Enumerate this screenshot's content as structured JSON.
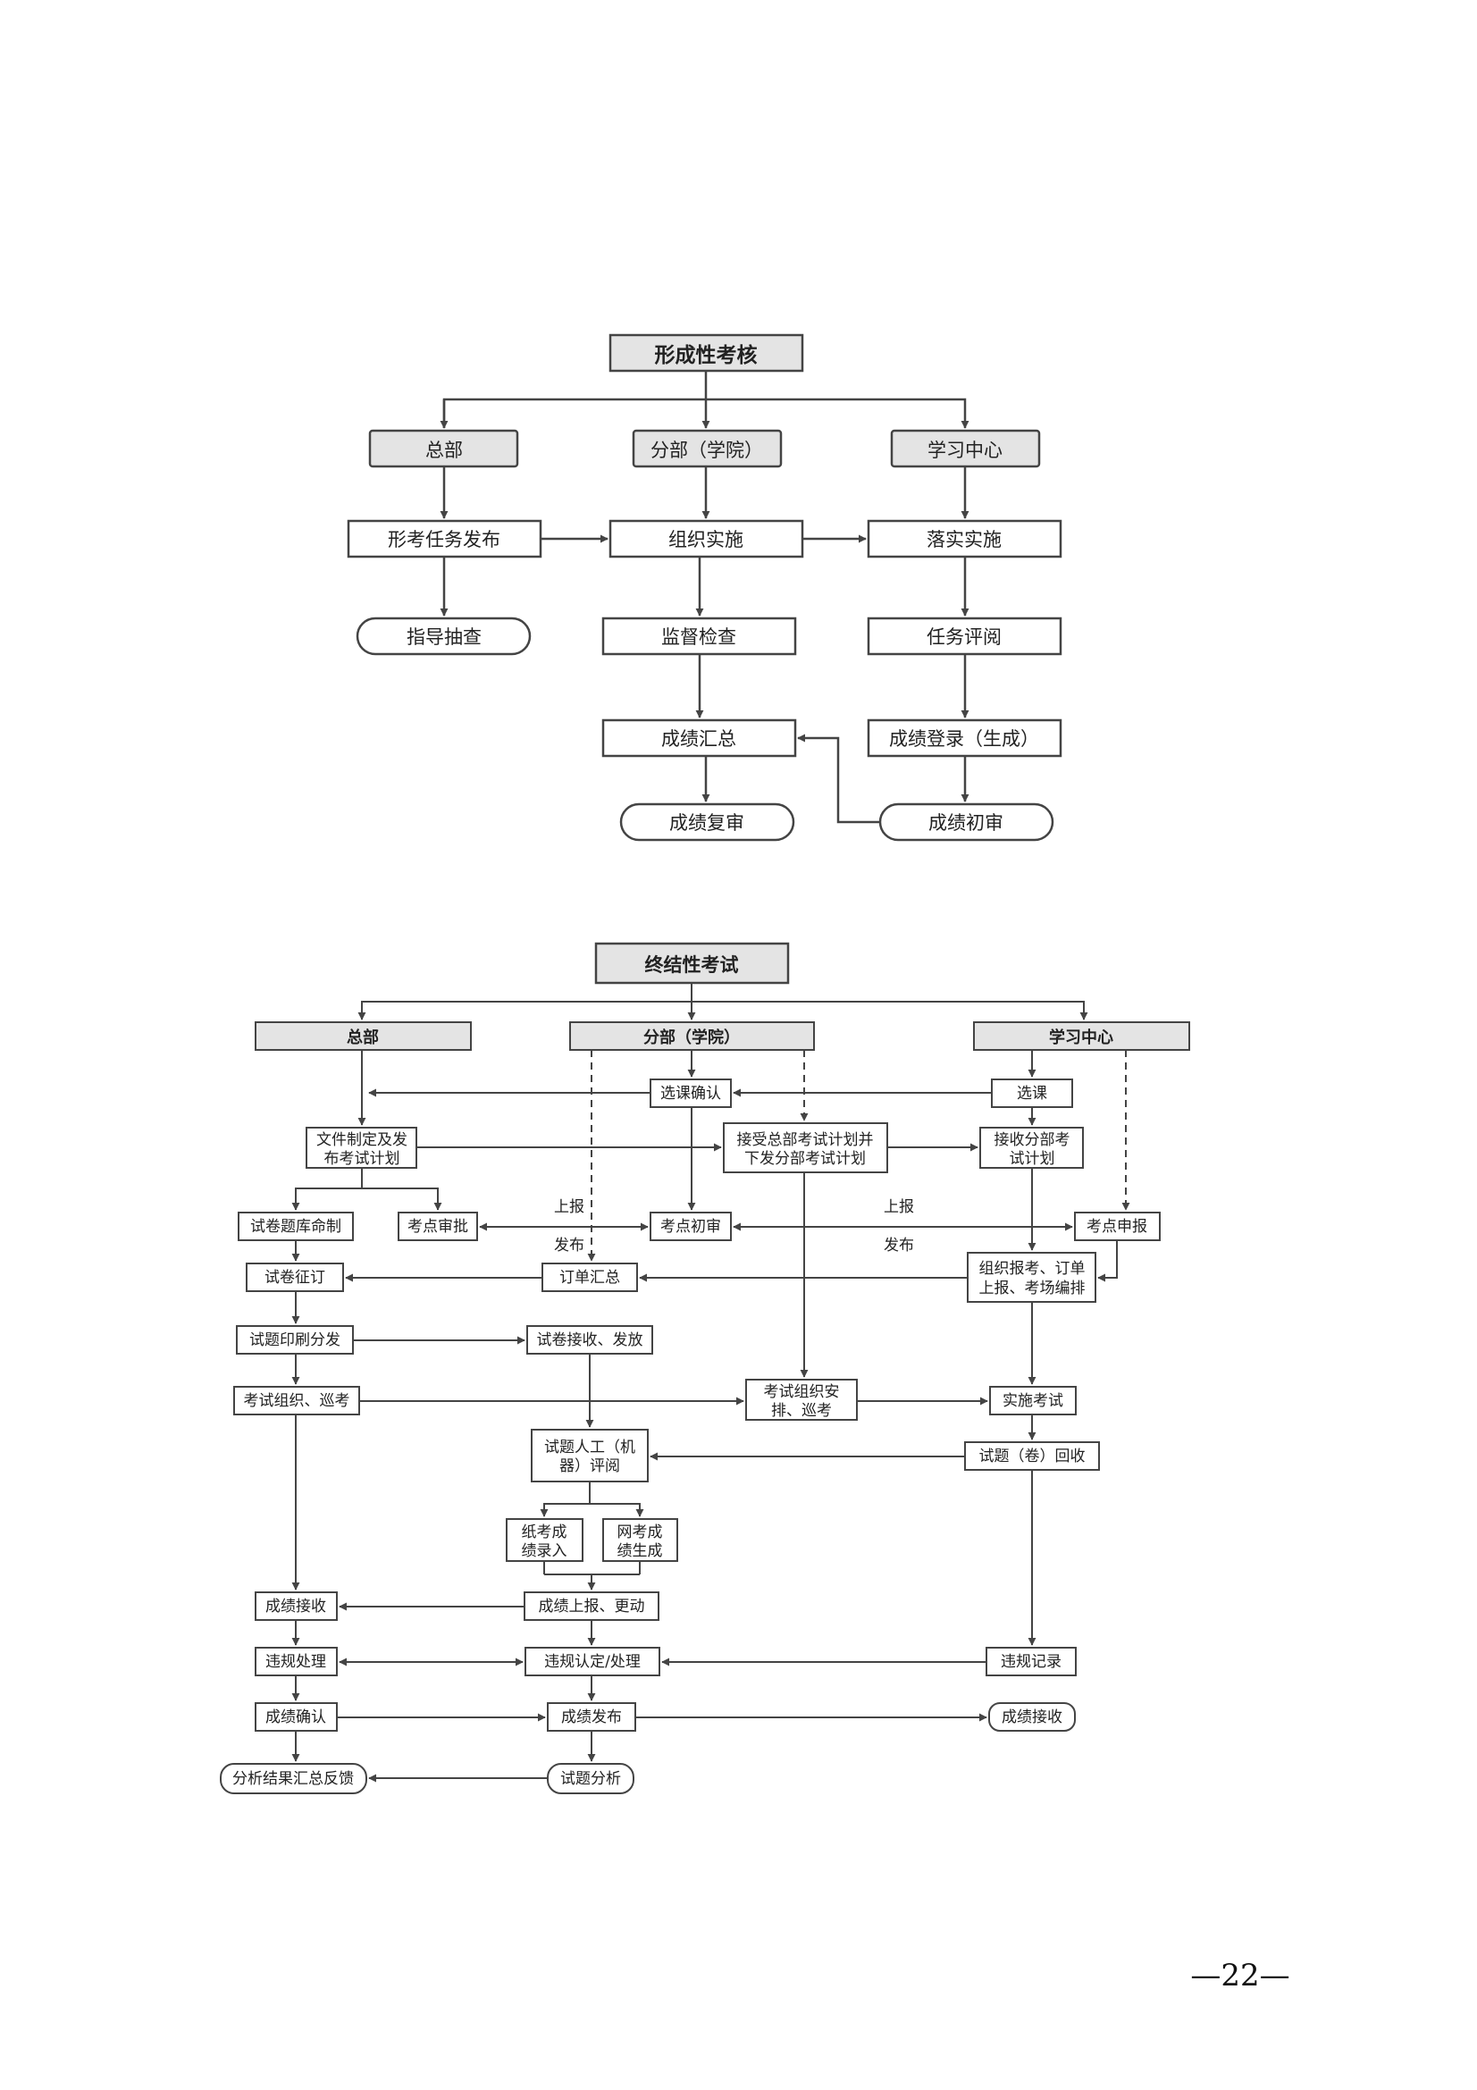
{
  "page_number": "—22—",
  "diagram1": {
    "title": "形成性考核",
    "headers": [
      "总部",
      "分部（学院）",
      "学习中心"
    ],
    "nodes": {
      "task_publish": "形考任务发布",
      "guide_check": "指导抽查",
      "organize": "组织实施",
      "supervise": "监督检查",
      "summary": "成绩汇总",
      "recheck": "成绩复审",
      "implement": "落实实施",
      "review": "任务评阅",
      "register": "成绩登录（生成）",
      "initial": "成绩初审"
    }
  },
  "diagram2": {
    "title": "终结性考试",
    "headers": [
      "总部",
      "分部（学院）",
      "学习中心"
    ],
    "nodes": {
      "course_confirm": "选课确认",
      "course_select": "选课",
      "doc_make": [
        "文件制定及发",
        "布考试计划"
      ],
      "accept_plan": [
        "接受总部考试计划并",
        "下发分部考试计划"
      ],
      "recv_plan": [
        "接收分部考",
        "试计划"
      ],
      "bank": "试卷题库命制",
      "site_approve": "考点审批",
      "site_initial": "考点初审",
      "site_apply": "考点申报",
      "order": "试卷征订",
      "order_sum": "订单汇总",
      "org_reg": [
        "组织报考、订单",
        "上报、考场编排"
      ],
      "print": "试题印刷分发",
      "recv_paper": "试卷接收、发放",
      "exam_org": "考试组织、巡考",
      "exam_arrange": [
        "考试组织安",
        "排、巡考"
      ],
      "exam_do": "实施考试",
      "grading": [
        "试题人工（机",
        "器）评阅"
      ],
      "collect": "试题（卷）回收",
      "paper_score": [
        "纸考成",
        "绩录入"
      ],
      "net_score": [
        "网考成",
        "绩生成"
      ],
      "score_recv": "成绩接收",
      "score_report": "成绩上报、更动",
      "viol_handle": "违规处理",
      "viol_confirm": "违规认定/处理",
      "viol_record": "违规记录",
      "score_confirm": "成绩确认",
      "score_publish": "成绩发布",
      "score_recv2": "成绩接收",
      "analysis_fb": "分析结果汇总反馈",
      "analysis": "试题分析"
    },
    "edge_labels": {
      "up1": "上报",
      "pub1": "发布",
      "up2": "上报",
      "pub2": "发布"
    }
  }
}
